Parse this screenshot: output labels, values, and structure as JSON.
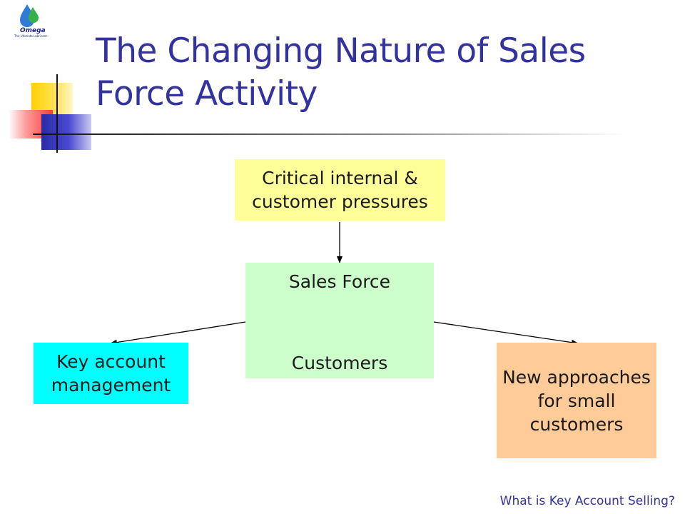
{
  "slide": {
    "title": "The Changing Nature of Sales Force Activity",
    "footer": "What is Key Account Selling?"
  },
  "logo": {
    "name": "Omega",
    "tagline": "The Ultimate Lubricant"
  },
  "diagram": {
    "nodes": {
      "pressures": "Critical internal & customer pressures",
      "sales_force": "Sales Force",
      "customers": "Customers",
      "key_account": "Key account management",
      "new_approaches": "New approaches for small customers"
    }
  },
  "colors": {
    "title": "#3333a0",
    "pressures_fill": "#ffff99",
    "sales_force_fill": "#ccffcc",
    "key_account_fill": "#00ffff",
    "new_approaches_fill": "#ffcc99"
  }
}
